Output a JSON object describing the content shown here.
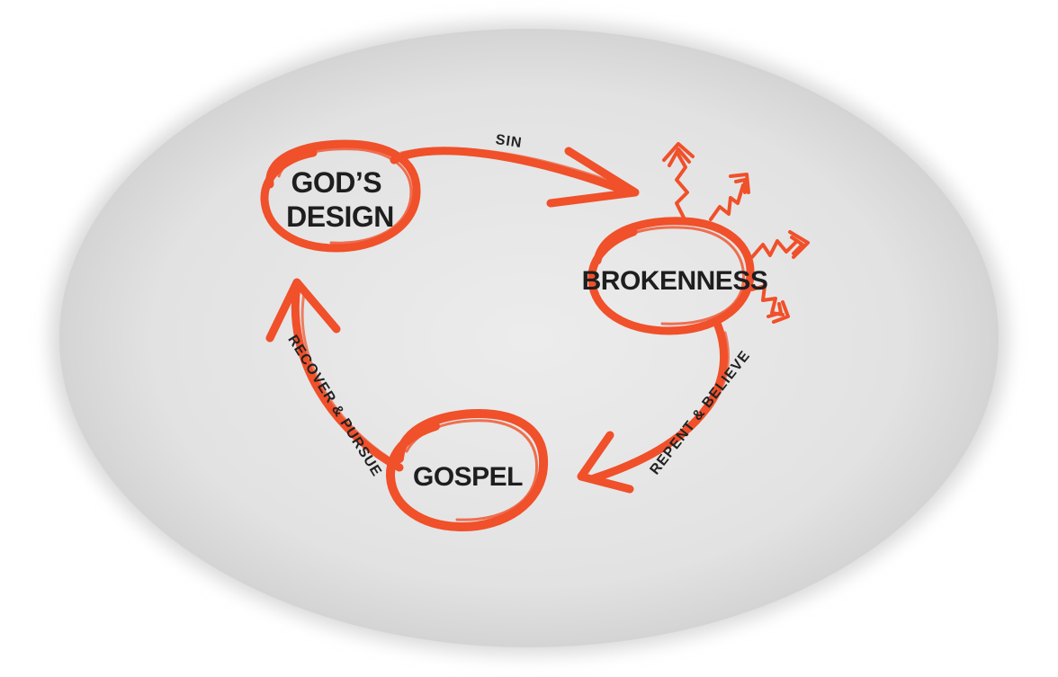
{
  "colors": {
    "accent": "#f0502a",
    "accent_dark": "#d63d1c",
    "text": "#1e1e1e",
    "background": "#e6e6e6"
  },
  "nodes": {
    "gods_design": {
      "line1": "GOD’S",
      "line2": "DESIGN"
    },
    "brokenness": {
      "label": "BROKENNESS"
    },
    "gospel": {
      "label": "GOSPEL"
    }
  },
  "edges": {
    "sin": {
      "label": "SIN"
    },
    "repent_believe": {
      "label": "REPENT & BELIEVE"
    },
    "recover_pursue": {
      "label": "RECOVER & PURSUE"
    }
  }
}
